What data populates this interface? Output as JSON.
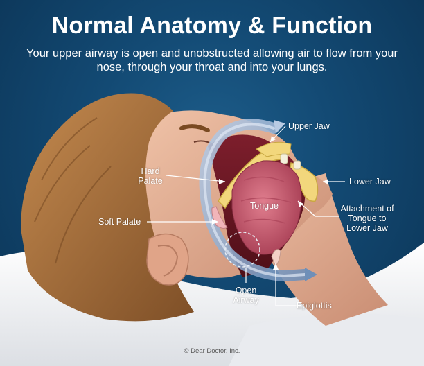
{
  "title": "Normal Anatomy & Function",
  "subtitle": "Your upper airway is open and unobstructed allowing air to flow from your nose, through your throat and into your lungs.",
  "labels": {
    "upper_jaw": "Upper Jaw",
    "hard_palate": "Hard Palate",
    "lower_jaw": "Lower Jaw",
    "tongue": "Tongue",
    "attachment": "Attachment of Tongue to Lower Jaw",
    "soft_palate": "Soft Palate",
    "open_airway": "Open Airway",
    "epiglottis": "Epiglottis"
  },
  "copyright": "© Dear Doctor, Inc.",
  "colors": {
    "background": "#134a74",
    "skin": "#e6b39b",
    "hair": "#a8703c",
    "airflow": "#8aa6c9",
    "tongue": "#c75a6e",
    "pillow": "#f3f4f6"
  }
}
